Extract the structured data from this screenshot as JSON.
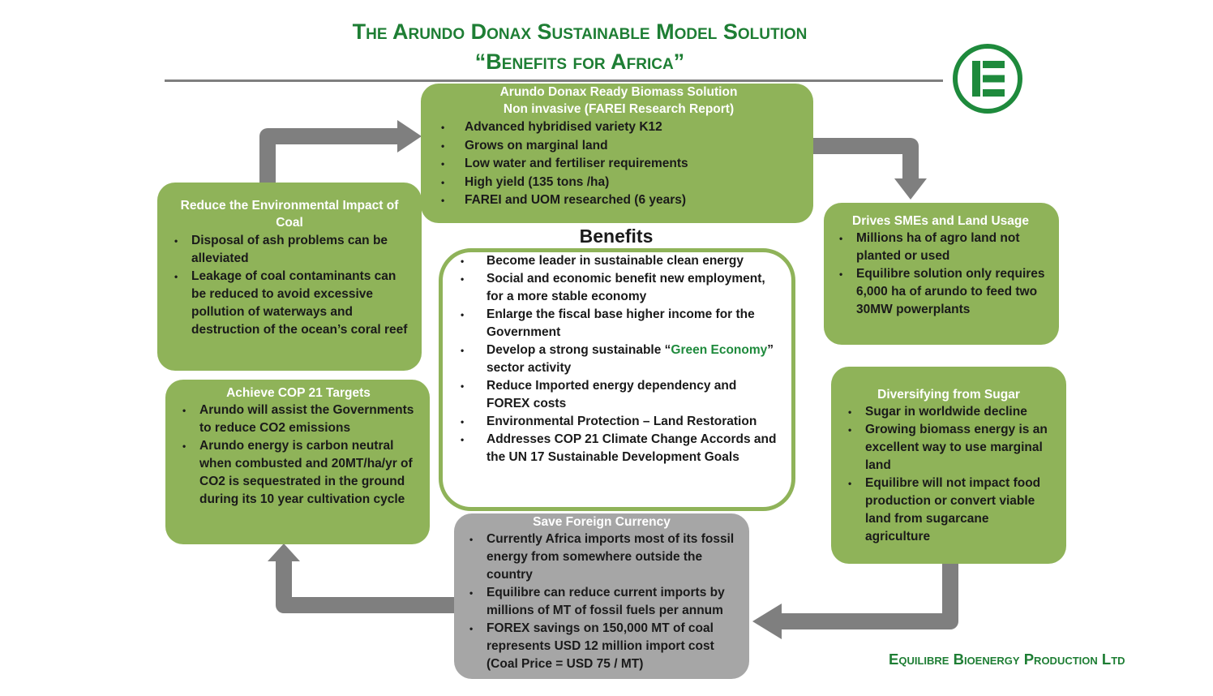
{
  "title": {
    "line1": "The Arundo Donax Sustainable Model Solution",
    "line2": "“Benefits for Africa”"
  },
  "colors": {
    "green_box": "#8fb359",
    "grey_box": "#a6a6a6",
    "title_green": "#1e7e34",
    "arrow": "#7f7f7f"
  },
  "icons": {
    "logo": "equilibre-logo-icon"
  },
  "boxes": {
    "top": {
      "title_line1": "Arundo Donax Ready Biomass Solution",
      "title_line2": "Non invasive (FAREI Research Report)",
      "items": [
        "Advanced hybridised variety K12",
        "Grows on marginal land",
        "Low water and fertiliser requirements",
        "High yield (135 tons /ha)",
        "FAREI and UOM researched (6 years)"
      ]
    },
    "left_top": {
      "title": "Reduce the Environmental Impact of Coal",
      "items": [
        "Disposal of ash problems can be alleviated",
        "Leakage of coal contaminants can be reduced to avoid excessive pollution of waterways and destruction of the ocean’s coral reef"
      ]
    },
    "left_bottom": {
      "title": "Achieve COP 21 Targets",
      "items": [
        "Arundo will assist the Governments to reduce CO2 emissions",
        "Arundo energy is carbon neutral when combusted and 20MT/ha/yr of CO2 is sequestrated in the ground during its 10 year cultivation cycle"
      ]
    },
    "right_top": {
      "title": "Drives SMEs and Land Usage",
      "items": [
        "Millions ha of agro land not planted or used",
        "Equilibre solution only requires 6,000 ha of arundo to feed two 30MW powerplants"
      ]
    },
    "right_bottom": {
      "title": "Diversifying from Sugar",
      "items": [
        "Sugar in worldwide decline",
        "Growing biomass energy is an excellent way to use marginal land",
        "Equilibre will not impact food production or convert viable land from sugarcane agriculture"
      ]
    },
    "bottom": {
      "title": "Save Foreign  Currency",
      "items": [
        "Currently Africa imports most of its fossil energy from somewhere outside the country",
        "Equilibre can reduce current imports by millions of MT of fossil fuels per annum",
        "FOREX savings on 150,000 MT of coal represents USD 12 million import cost (Coal Price = USD 75 / MT)"
      ]
    },
    "center": {
      "title": "Benefits",
      "items": [
        "Become leader in sustainable clean energy",
        "Social and economic benefit new employment, for a more stable economy",
        "Enlarge the fiscal base higher income for the Government"
      ],
      "green_item": {
        "pre": "Develop a strong sustainable “",
        "highlight": "Green Economy",
        "post": "” sector activity"
      },
      "items_after": [
        "Reduce Imported energy dependency and FOREX costs",
        "Environmental Protection – Land Restoration",
        "Addresses COP 21 Climate Change Accords and the UN 17 Sustainable Development Goals"
      ]
    }
  },
  "company": "Equilibre Bioenergy Production Ltd"
}
